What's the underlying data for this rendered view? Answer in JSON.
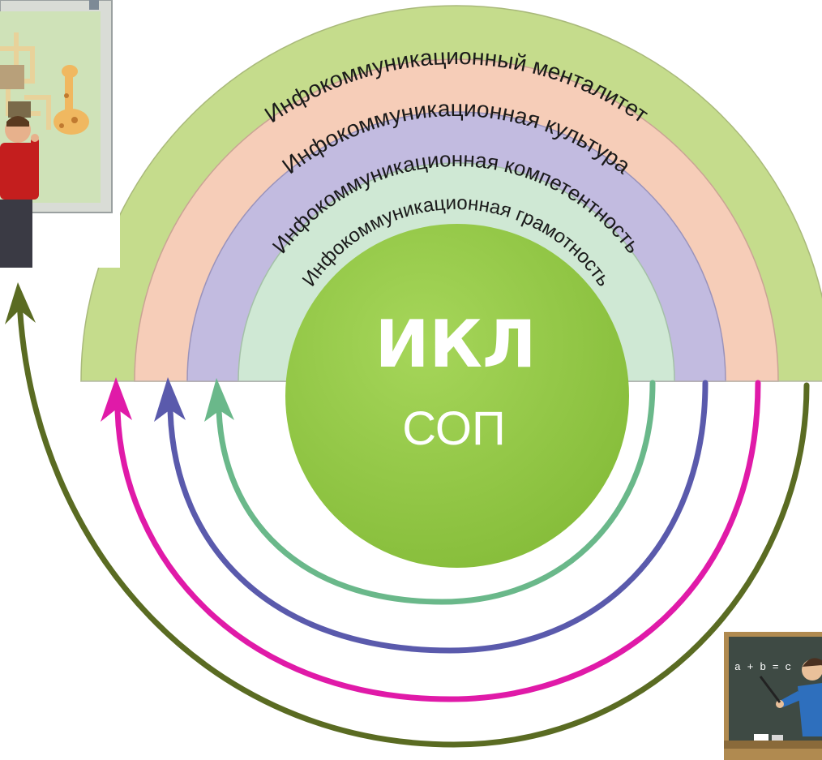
{
  "bands": [
    {
      "label": "Инфокоммуникационный менталитет",
      "color": "#c5dc8c"
    },
    {
      "label": "Инфокоммуникационная культура",
      "color": "#f6cdb8"
    },
    {
      "label": "Инфокоммуникационная компетентность",
      "color": "#c2bbe0"
    },
    {
      "label": "Инфокоммуникационная грамотность",
      "color": "#cfe8d4"
    }
  ],
  "center": {
    "title": "ИКЛ",
    "subtitle": "СОП",
    "color": "#93c946"
  },
  "arrows": [
    {
      "color": "#5a6b22"
    },
    {
      "color": "#e01aa8"
    },
    {
      "color": "#5a5aac"
    },
    {
      "color": "#6ab88a"
    }
  ],
  "illustrations": {
    "board_photo": "interactive-whiteboard-photo",
    "teacher_clipart": "teacher-at-chalkboard-clipart",
    "board_formula": "a + b = c"
  }
}
